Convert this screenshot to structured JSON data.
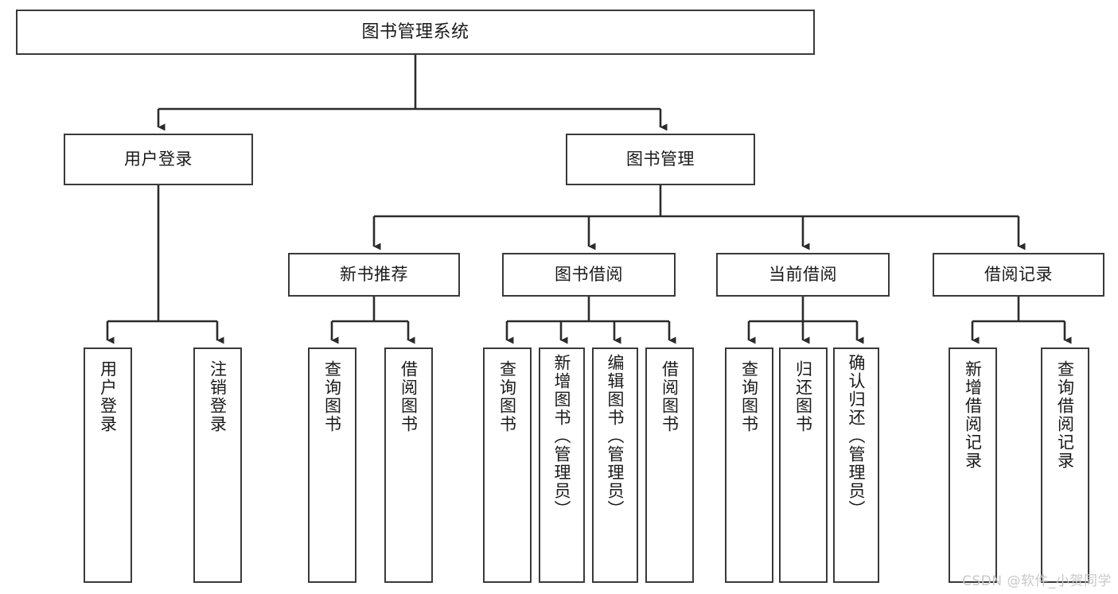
{
  "diagram": {
    "title": "图书管理系统",
    "type": "functional-structure-tree",
    "colors": {
      "box_border": "#3a3a3a",
      "box_fill": "#ffffff",
      "connector": "#2b2b2b",
      "text": "#1a1a1a",
      "watermark": "#c8c8c8"
    },
    "root": {
      "label": "图书管理系统"
    },
    "level2": [
      {
        "label": "用户登录"
      },
      {
        "label": "图书管理"
      }
    ],
    "level3": [
      {
        "label": "新书推荐"
      },
      {
        "label": "图书借阅"
      },
      {
        "label": "当前借阅"
      },
      {
        "label": "借阅记录"
      }
    ],
    "leaves": {
      "user_login": [
        {
          "label": "用户登录"
        },
        {
          "label": "注销登录"
        }
      ],
      "new_book_recommend": [
        {
          "label": "查询图书"
        },
        {
          "label": "借阅图书"
        }
      ],
      "book_borrow": [
        {
          "label": "查询图书"
        },
        {
          "label": "新增图书（管理员）"
        },
        {
          "label": "编辑图书（管理员）"
        },
        {
          "label": "借阅图书"
        }
      ],
      "current_borrow": [
        {
          "label": "查询图书"
        },
        {
          "label": "归还图书"
        },
        {
          "label": "确认归还（管理员）"
        }
      ],
      "borrow_record": [
        {
          "label": "新增借阅记录"
        },
        {
          "label": "查询借阅记录"
        }
      ]
    },
    "watermark": "CSDN @软件_小贺同学"
  }
}
